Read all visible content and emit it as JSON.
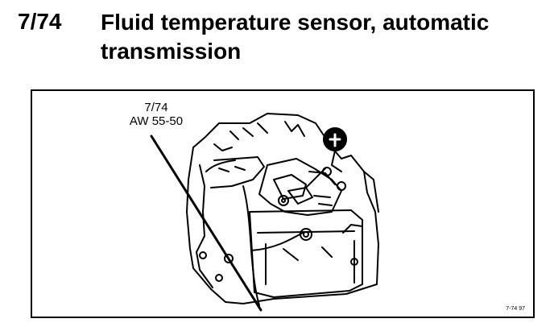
{
  "heading": {
    "code": "7/74",
    "title_line1": "Fluid temperature sensor, automatic",
    "title_line2": "transmission"
  },
  "figure": {
    "callout_line1": "7/74",
    "callout_line2": "AW 55-50",
    "figure_code": "7-74 97",
    "illustration": "automatic-transmission-drawing"
  }
}
